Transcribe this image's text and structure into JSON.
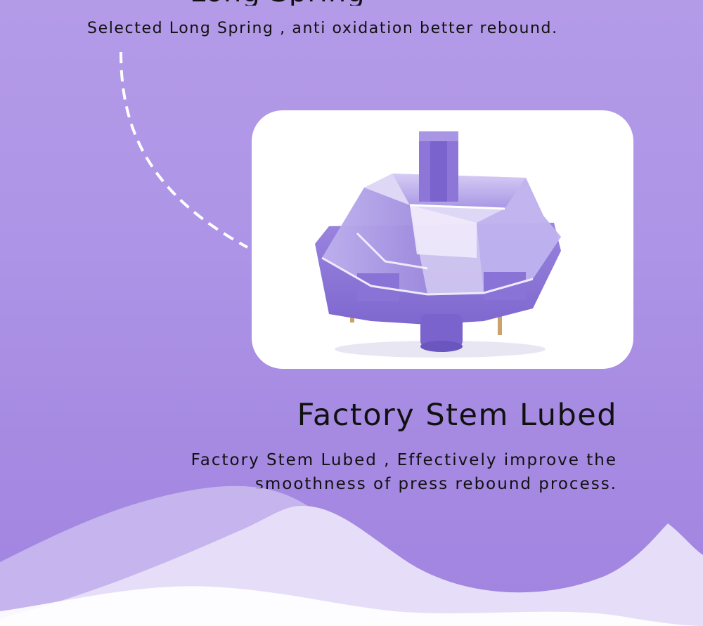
{
  "top_section": {
    "title_partial": "Long Spring",
    "description": "Selected Long Spring , anti oxidation better rebound."
  },
  "feature": {
    "title": "Factory Stem Lubed",
    "description_line1": "Factory Stem Lubed , Effectively improve the",
    "description_line2": "smoothness of press rebound process."
  },
  "colors": {
    "background": "#ad94e6",
    "switch_purple": "#8a73d6",
    "card": "#ffffff"
  },
  "icons": {
    "product_image": "mechanical-switch-icon"
  }
}
